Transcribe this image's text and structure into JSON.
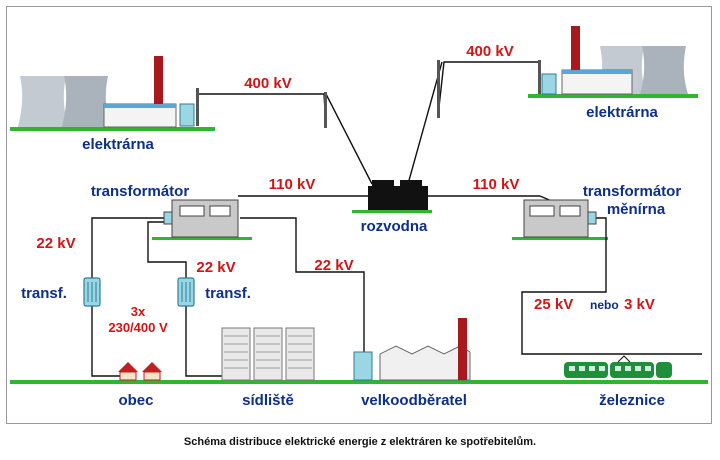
{
  "labels": {
    "plant_left": "elektrárna",
    "plant_right": "elektrárna",
    "transformer_left": "transformátor",
    "transformer_right_1": "transformátor",
    "transformer_right_2": "měnírna",
    "substation": "rozvodna",
    "transf_left": "transf.",
    "transf_mid": "transf.",
    "village": "obec",
    "housing": "sídliště",
    "consumer": "velkoodběratel",
    "railway": "železnice"
  },
  "voltages": {
    "line_left_400": "400 kV",
    "line_right_400": "400 kV",
    "line_left_110": "110 kV",
    "line_right_110": "110 kV",
    "left_22": "22 kV",
    "mid_22": "22 kV",
    "consumer_22": "22 kV",
    "household_line1": "3x",
    "household_line2": "230/400 V",
    "rail_25": "25 kV",
    "rail_or": "nebo",
    "rail_3": "3 kV"
  },
  "caption": "Schéma distribuce elektrické energie z elektráren ke spotřebitelům.",
  "colors": {
    "ground": "#2fb52f",
    "label_blue": "#0d2f8a",
    "label_red": "#d31414",
    "chimney": "#a8181c",
    "tower": "#b4bcc4",
    "transformer": "#9ad6e4",
    "train": "#1f8f3a"
  }
}
